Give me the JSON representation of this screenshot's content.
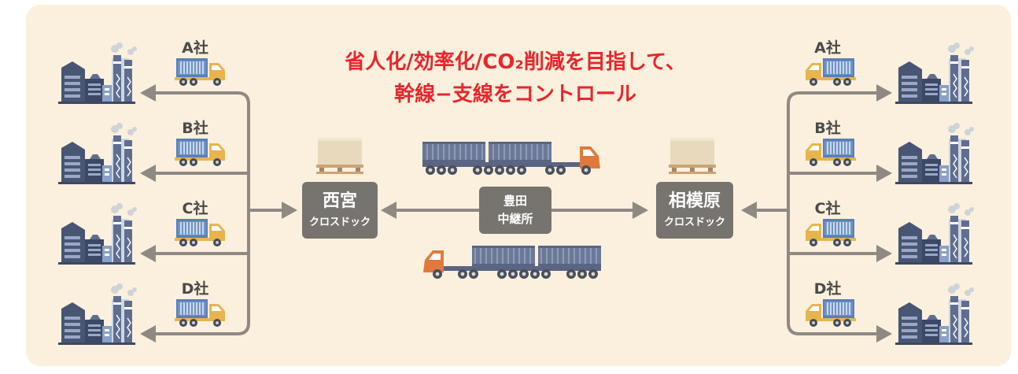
{
  "headline": {
    "line1": "省人化/効率化/CO₂削減を目指して、",
    "line2": "幹線−支線をコントロール"
  },
  "hubs": {
    "left": {
      "title": "西宮",
      "subtitle": "クロスドック"
    },
    "center": {
      "title": "豊田",
      "subtitle": "中継所"
    },
    "right": {
      "title": "相模原",
      "subtitle": "クロスドック"
    }
  },
  "companies_left": [
    "A社",
    "B社",
    "C社",
    "D社"
  ],
  "companies_right": [
    "A社",
    "B社",
    "C社",
    "D社"
  ],
  "icons": {
    "factory": "factory-icon",
    "small_truck": "delivery-truck-icon",
    "trailer_truck": "double-trailer-truck-icon",
    "pallet": "cargo-pallet-icon"
  },
  "colors": {
    "background": "#fbf0dd",
    "headline": "#e8262b",
    "hub_box": "#77736e",
    "arrow": "#8e8983",
    "container_blue": "#5a7fb8",
    "truck_cab": "#e8b54d",
    "trailer_cab": "#e07a3c",
    "factory": "#485573"
  }
}
